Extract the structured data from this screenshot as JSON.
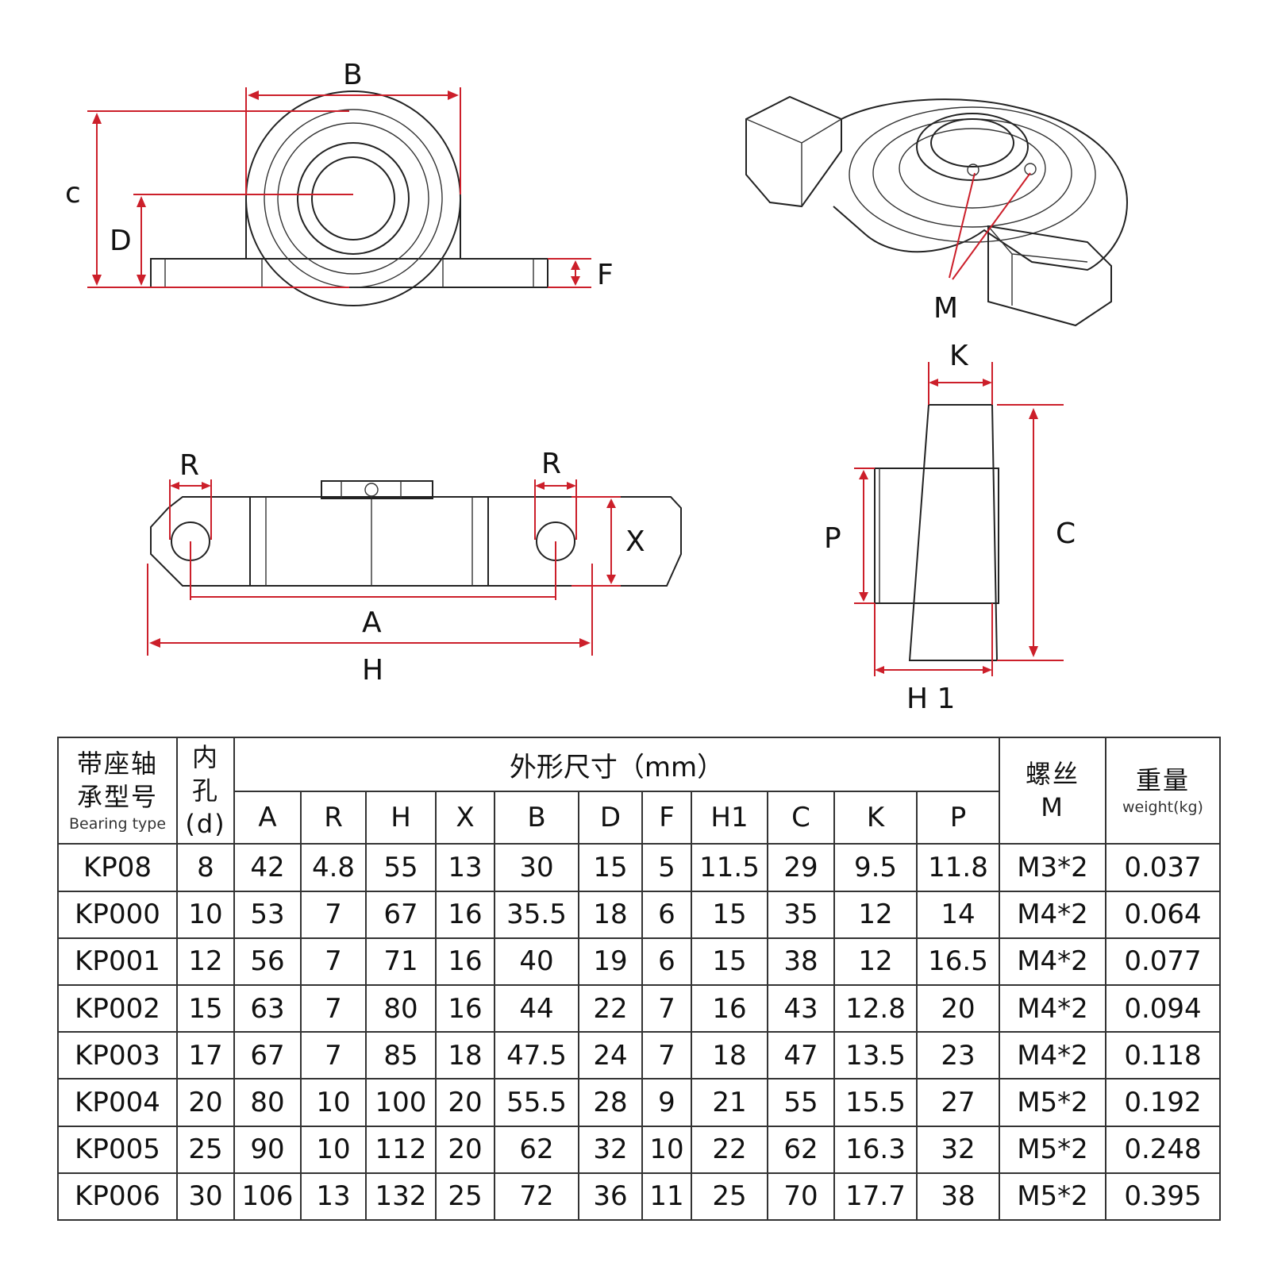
{
  "labels": {
    "front": {
      "b": "B",
      "c": "c",
      "d": "D",
      "f": "F"
    },
    "iso": {
      "m": "M"
    },
    "bottom": {
      "r_left": "R",
      "r_right": "R",
      "x": "X",
      "a": "A",
      "h": "H"
    },
    "side": {
      "k": "K",
      "p": "P",
      "c": "C",
      "h1": "H 1"
    }
  },
  "table": {
    "h_type_cn_1": "带座轴",
    "h_type_cn_2": "承型号",
    "h_type_en": "Bearing type",
    "h_bore_cn_1": "内",
    "h_bore_cn_2": "孔",
    "h_bore_d": "(d)",
    "h_dims": "外形尺寸（mm）",
    "h_screw_cn": "螺丝",
    "h_screw_m": "M",
    "h_weight_cn": "重量",
    "h_weight_en": "weight(kg)",
    "dim_cols": [
      "A",
      "R",
      "H",
      "X",
      "B",
      "D",
      "F",
      "H1",
      "C",
      "K",
      "P"
    ],
    "rows": [
      [
        "KP08",
        "8",
        "42",
        "4.8",
        "55",
        "13",
        "30",
        "15",
        "5",
        "11.5",
        "29",
        "9.5",
        "11.8",
        "M3*2",
        "0.037"
      ],
      [
        "KP000",
        "10",
        "53",
        "7",
        "67",
        "16",
        "35.5",
        "18",
        "6",
        "15",
        "35",
        "12",
        "14",
        "M4*2",
        "0.064"
      ],
      [
        "KP001",
        "12",
        "56",
        "7",
        "71",
        "16",
        "40",
        "19",
        "6",
        "15",
        "38",
        "12",
        "16.5",
        "M4*2",
        "0.077"
      ],
      [
        "KP002",
        "15",
        "63",
        "7",
        "80",
        "16",
        "44",
        "22",
        "7",
        "16",
        "43",
        "12.8",
        "20",
        "M4*2",
        "0.094"
      ],
      [
        "KP003",
        "17",
        "67",
        "7",
        "85",
        "18",
        "47.5",
        "24",
        "7",
        "18",
        "47",
        "13.5",
        "23",
        "M4*2",
        "0.118"
      ],
      [
        "KP004",
        "20",
        "80",
        "10",
        "100",
        "20",
        "55.5",
        "28",
        "9",
        "21",
        "55",
        "15.5",
        "27",
        "M5*2",
        "0.192"
      ],
      [
        "KP005",
        "25",
        "90",
        "10",
        "112",
        "20",
        "62",
        "32",
        "10",
        "22",
        "62",
        "16.3",
        "32",
        "M5*2",
        "0.248"
      ],
      [
        "KP006",
        "30",
        "106",
        "13",
        "132",
        "25",
        "72",
        "36",
        "11",
        "25",
        "70",
        "17.7",
        "38",
        "M5*2",
        "0.395"
      ]
    ]
  }
}
